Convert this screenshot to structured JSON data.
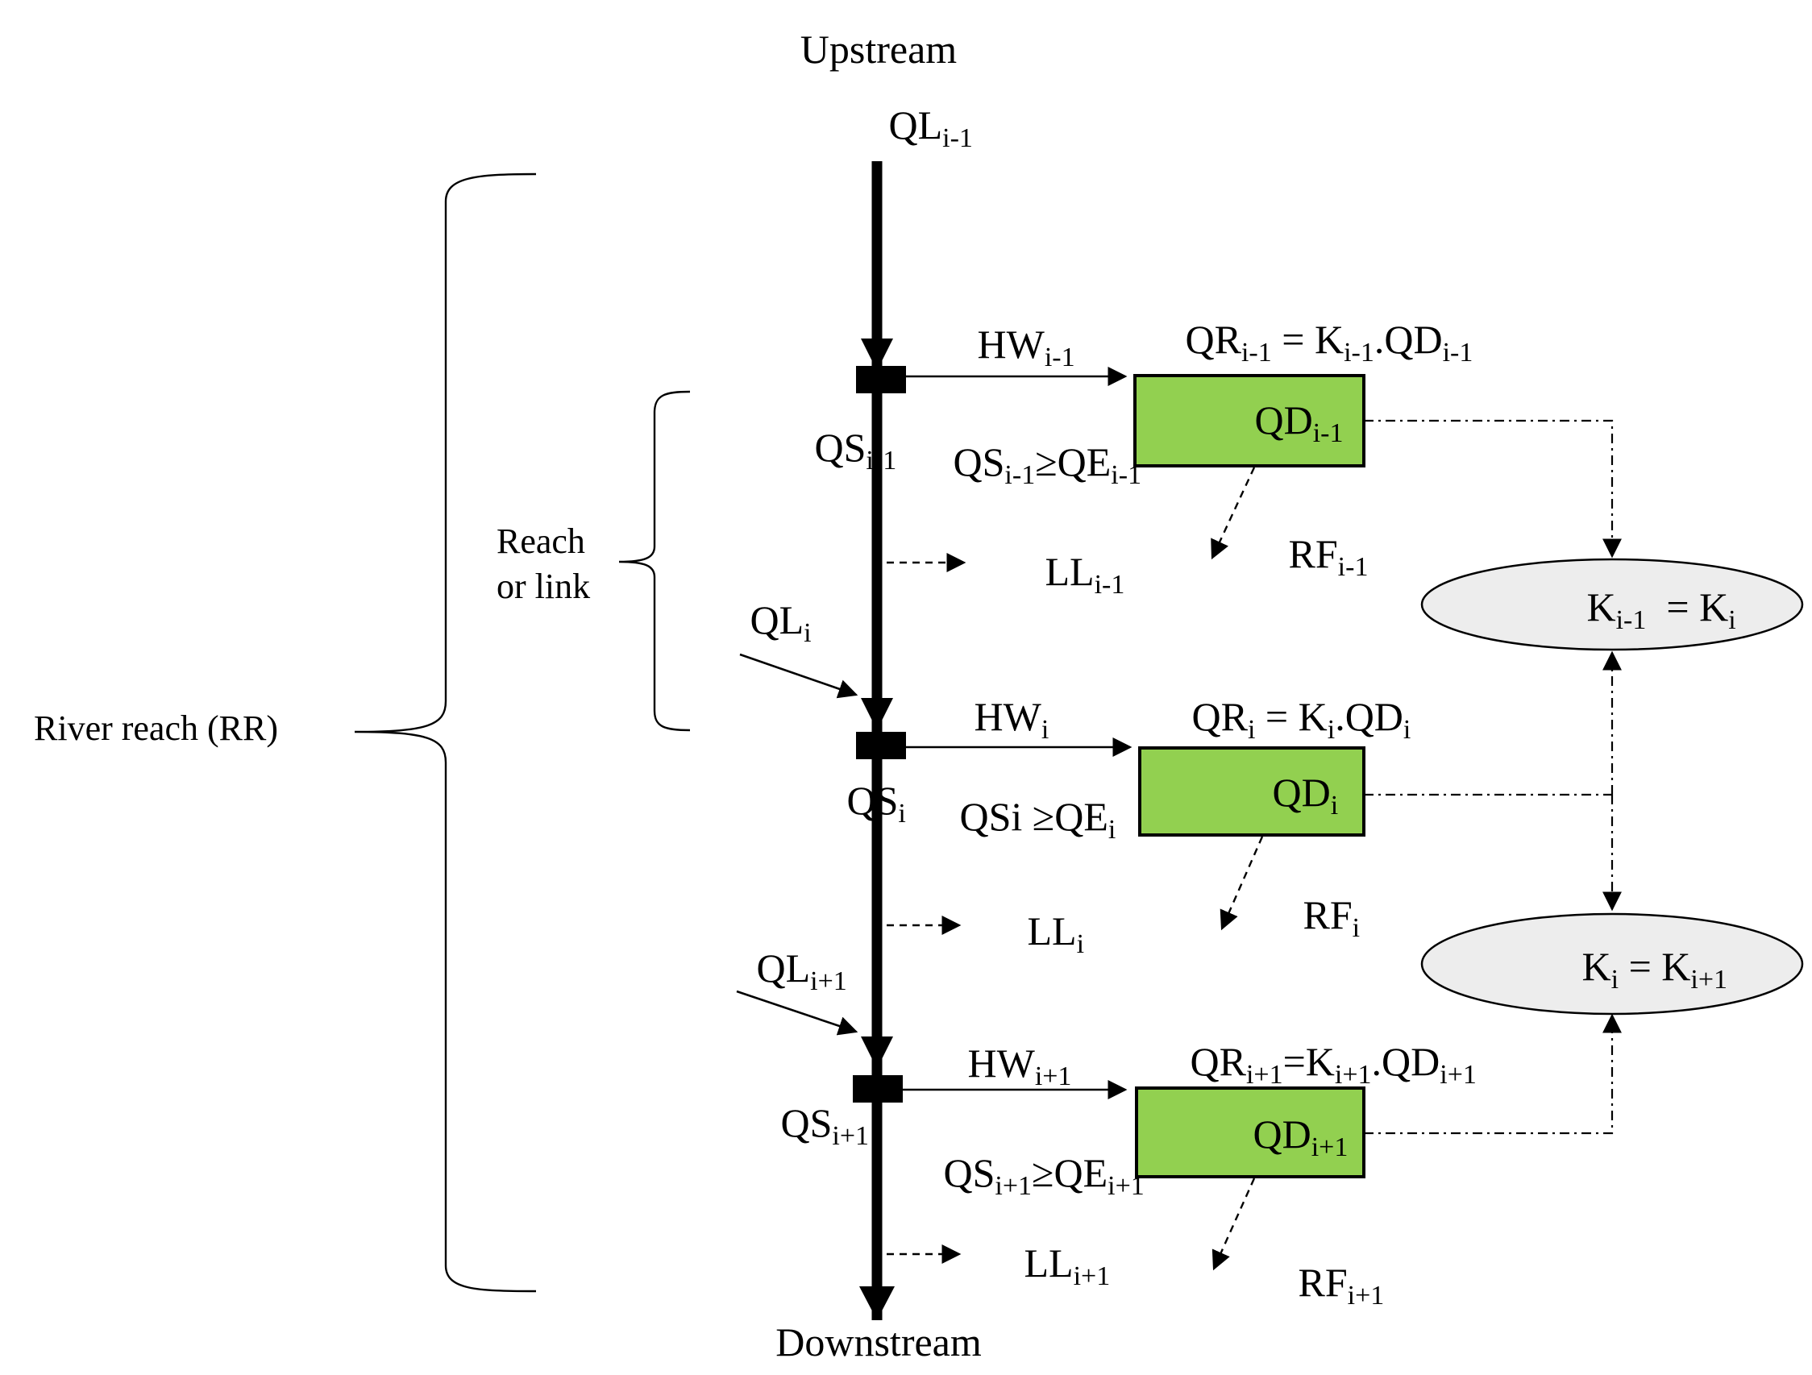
{
  "labels": {
    "upstream": "Upstream",
    "downstream": "Downstream",
    "river_reach": "River reach (RR)",
    "reach_line1": "Reach",
    "reach_line2": "or link"
  },
  "nodes": [
    {
      "ql": [
        "QL",
        "i-1"
      ],
      "hw": [
        "HW",
        "i-1"
      ],
      "qs": [
        "QS",
        "i-1"
      ],
      "cond": [
        "QS",
        "i-1",
        "≥QE",
        "i-1"
      ],
      "qr": [
        "QR",
        "i-1",
        " = K",
        "i-1",
        ".QD",
        "i-1"
      ],
      "qd": [
        "QD",
        "i-1"
      ],
      "rf": [
        "RF",
        "i-1"
      ],
      "ll": [
        "LL",
        "i-1"
      ]
    },
    {
      "ql": [
        "QL",
        "i"
      ],
      "hw": [
        "HW",
        "i"
      ],
      "qs": [
        "QS",
        "i"
      ],
      "cond": [
        "QSi ≥QE",
        "i"
      ],
      "qr": [
        "QR",
        "i",
        " = K",
        "i",
        ".QD",
        "i"
      ],
      "qd": [
        "QD",
        "i"
      ],
      "rf": [
        "RF",
        "i"
      ],
      "ll": [
        "LL",
        "i"
      ]
    },
    {
      "ql": [
        "QL",
        "i+1"
      ],
      "hw": [
        "HW",
        "i+1"
      ],
      "qs": [
        "QS",
        "i+1"
      ],
      "cond": [
        "QS",
        "i+1",
        "≥QE",
        "i+1"
      ],
      "qr": [
        "QR",
        "i+1",
        "=K",
        "i+1",
        ".QD",
        "i+1"
      ],
      "qd": [
        "QD",
        "i+1"
      ],
      "rf": [
        "RF",
        "i+1"
      ],
      "ll": [
        "LL",
        "i+1"
      ]
    }
  ],
  "k_relations": [
    [
      "K",
      "i-1",
      "  = K",
      "i"
    ],
    [
      "K",
      "i",
      " = K",
      "i+1"
    ]
  ],
  "colors": {
    "box_fill": "#92d050",
    "ellipse_fill": "#ededed"
  }
}
